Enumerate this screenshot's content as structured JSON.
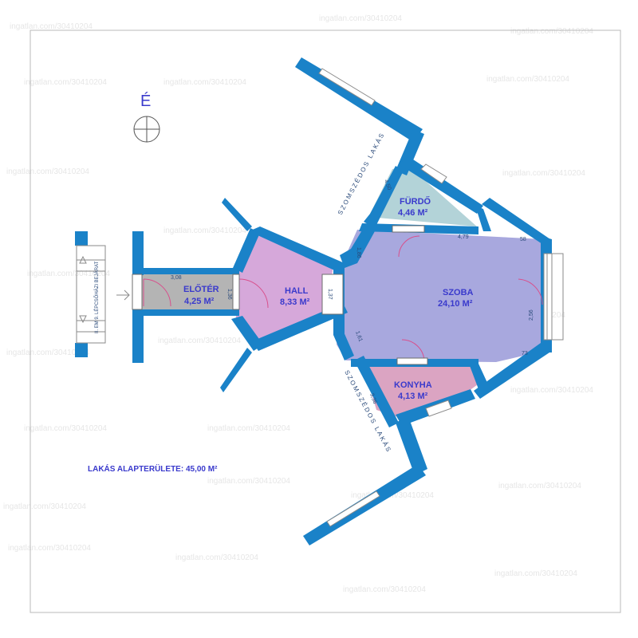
{
  "north_label": "É",
  "rooms": [
    {
      "name": "FÜRDŐ",
      "area": "4,46 M²",
      "fill": "#b3d3d8"
    },
    {
      "name": "SZOBA",
      "area": "24,10 M²",
      "fill": "#a8a8de"
    },
    {
      "name": "HALL",
      "area": "8,33 M²",
      "fill": "#d6a8da"
    },
    {
      "name": "ELŐTÉR",
      "area": "4,25 M²",
      "fill": "#b4b4b4"
    },
    {
      "name": "KONYHA",
      "area": "4,13 M²",
      "fill": "#dba4c2"
    }
  ],
  "neighbor_label": "SZOMSZÉDOS LAKÁS",
  "entry_label": "II. EM 9. LÉPCSŐHÁZI BEJÁRAT",
  "total_area": "LAKÁS ALAPTERÜLETE: 45,00 M²",
  "dimensions": [
    "4,50",
    "4,79",
    "58",
    "1,86",
    "1,37",
    "2,56",
    "3,08",
    "1,36",
    "1,61",
    "3,36",
    "73"
  ],
  "watermark": "ingatlan.com/30410204",
  "colors": {
    "wall": "#1a82c8",
    "outline": "#b8b8b8",
    "text": "#3a3acc"
  }
}
